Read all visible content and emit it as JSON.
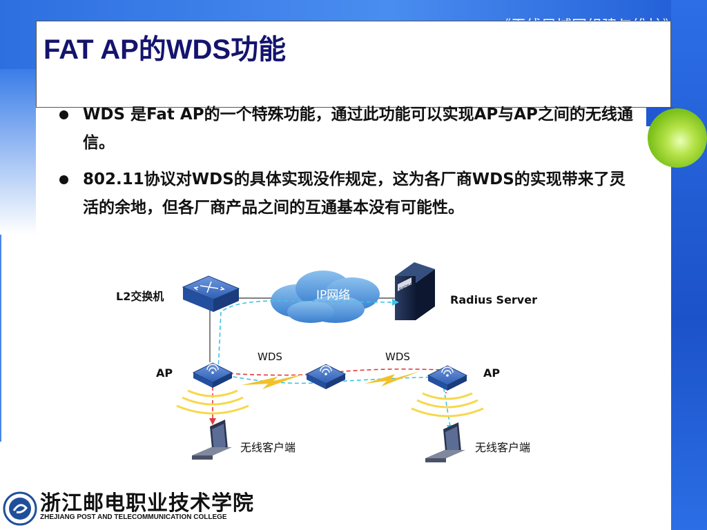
{
  "header": {
    "course_title": "《无线局域网组建与维护》",
    "slide_title": "FAT AP的WDS功能"
  },
  "bullets": [
    "WDS 是Fat AP的一个特殊功能，通过此功能可以实现AP与AP之间的无线通信。",
    "802.11协议对WDS的具体实现没作规定，这为各厂商WDS的实现带来了灵活的余地，但各厂商产品之间的互通基本没有可能性。"
  ],
  "diagram": {
    "switch_label": "L2交换机",
    "cloud_label": "IP网络",
    "server_label": "Radius Server",
    "server_plate": "RADIUS",
    "ap_left_label": "AP",
    "ap_right_label": "AP",
    "wds_left_label": "WDS",
    "wds_right_label": "WDS",
    "client_left_label": "无线客户端",
    "client_right_label": "无线客户端"
  },
  "footer": {
    "school_cn": "浙江邮电职业技术学院",
    "school_en": "ZHEJIANG POST AND TELECOMMUNICATION COLLEGE"
  },
  "colors": {
    "title": "#14146e",
    "device_blue": "#3f6fc2",
    "cloud": "#4a8ed6",
    "red_path": "#e23a3a",
    "cyan_path": "#3cc3e6",
    "lightning": "#f2c12a"
  }
}
